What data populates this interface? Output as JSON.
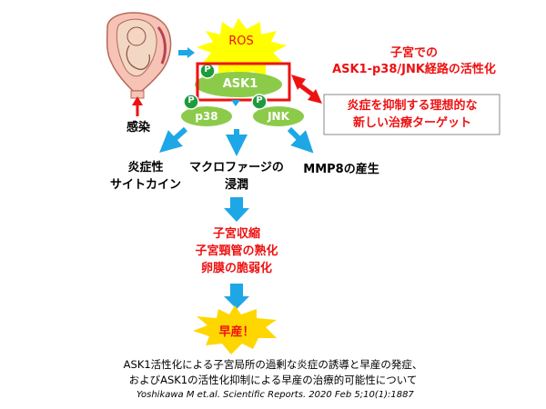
{
  "diagram": {
    "ros_label": "ROS",
    "ask1_label": "ASK1",
    "p38_label": "p38",
    "jnk_label": "JNK",
    "phospho_label": "P",
    "infection_label": "感染",
    "uterus_title_line1": "子宮での",
    "uterus_title_line2": "ASK1-p38/JNK経路の活性化",
    "target_line1": "炎症を抑制する理想的な",
    "target_line2": "新しい治療ターゲット",
    "outcome1_line1": "炎症性",
    "outcome1_line2": "サイトカイン",
    "outcome2_line1": "マクロファージの",
    "outcome2_line2": "浸潤",
    "outcome3": "MMP8の産生",
    "effect_line1": "子宮収縮",
    "effect_line2": "子宮頸管の熟化",
    "effect_line3": "卵膜の脆弱化",
    "preterm_label": "早産！",
    "caption_line1": "ASK1活性化による子宮局所の過剰な炎症の誘導と早産の発症、",
    "caption_line2": "およびASK1の活性化抑制による早産の治療的可能性について",
    "citation": "Yoshikawa M et.al. Scientific Reports. 2020 Feb 5;10(1):1887"
  },
  "colors": {
    "burst": "#ffff00",
    "ellipse_green": "#8ccb4a",
    "phospho_green": "#1e9b3c",
    "arrow_blue": "#1ea7e6",
    "red": "#ee1111"
  }
}
